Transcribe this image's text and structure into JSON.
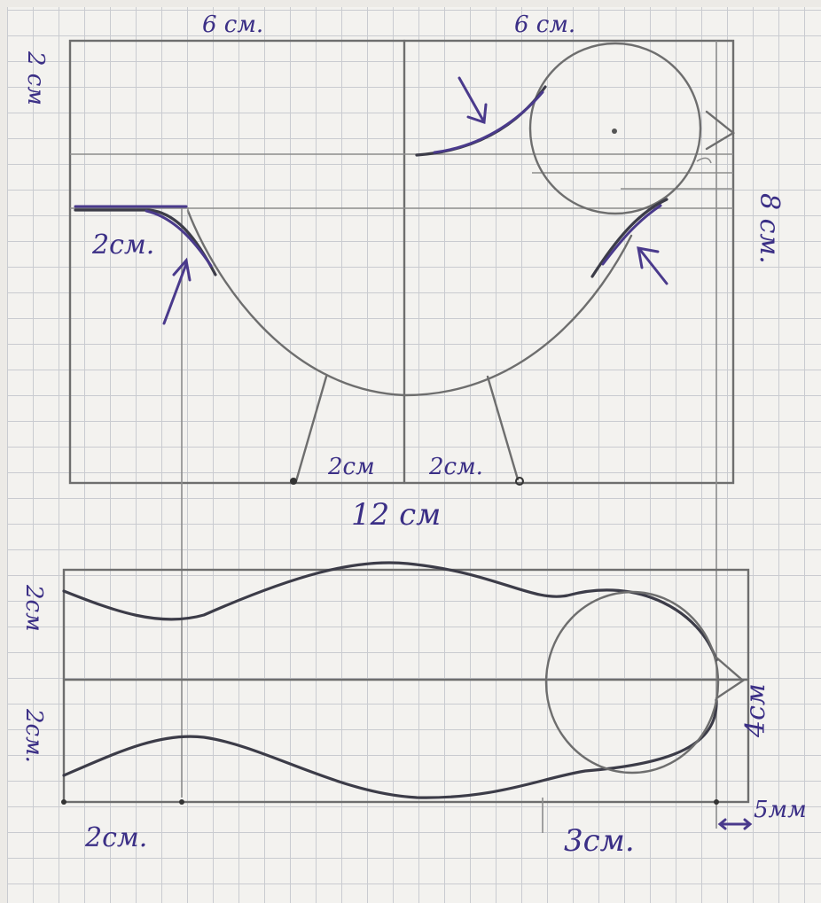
{
  "labels": {
    "top_left_width": "6 см.",
    "top_right_width": "6 см.",
    "left_top_height": "2 см",
    "wing_offset": "2см.",
    "right_height": "8 см.",
    "leg_left": "2см",
    "leg_right": "2см.",
    "total_width": "12 см",
    "bottom_left_upper": "2см",
    "bottom_left_lower": "2см.",
    "bottom_right_height": "4см",
    "bottom_left_width": "2см.",
    "bottom_head_width": "3см.",
    "beak_length": "5мм"
  },
  "colors": {
    "pencil": "#6e6e6e",
    "ink": "#3b2f86",
    "paper": "#f3f2ef",
    "grid": "#c9cbd0"
  }
}
